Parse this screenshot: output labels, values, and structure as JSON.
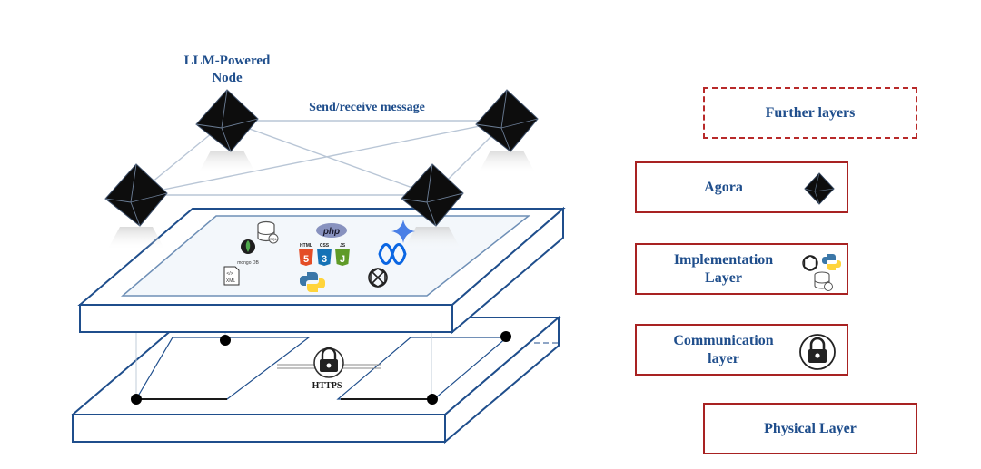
{
  "diagram": {
    "node_label": [
      "LLM-Powered",
      "Node"
    ],
    "edge_label": "Send/receive message",
    "link_label": "HTTPS",
    "layers": [
      {
        "id": "further",
        "label": "Further layers",
        "style": "dashed"
      },
      {
        "id": "agora",
        "label": "Agora",
        "icon": "octahedron-icon"
      },
      {
        "id": "implementation",
        "label": [
          "Implementation",
          "Layer"
        ],
        "icons": [
          "openai-icon",
          "python-icon",
          "database-icon"
        ]
      },
      {
        "id": "communication",
        "label": [
          "Communication",
          "layer"
        ],
        "icon": "padlock-icon"
      },
      {
        "id": "physical",
        "label": "Physical Layer"
      }
    ],
    "tech_logos": {
      "mongodb": "mongo DB",
      "xml": "XML",
      "sql": "SQL",
      "php": "php",
      "html": "HTML",
      "css": "CSS",
      "js": "JS"
    }
  },
  "colors": {
    "node_line": "#1f4e8c",
    "platform_line": "#1f4e8c",
    "layer_border": "#a82222",
    "text_blue": "#1f4e8c",
    "octahedron": "#0d0d0d"
  }
}
